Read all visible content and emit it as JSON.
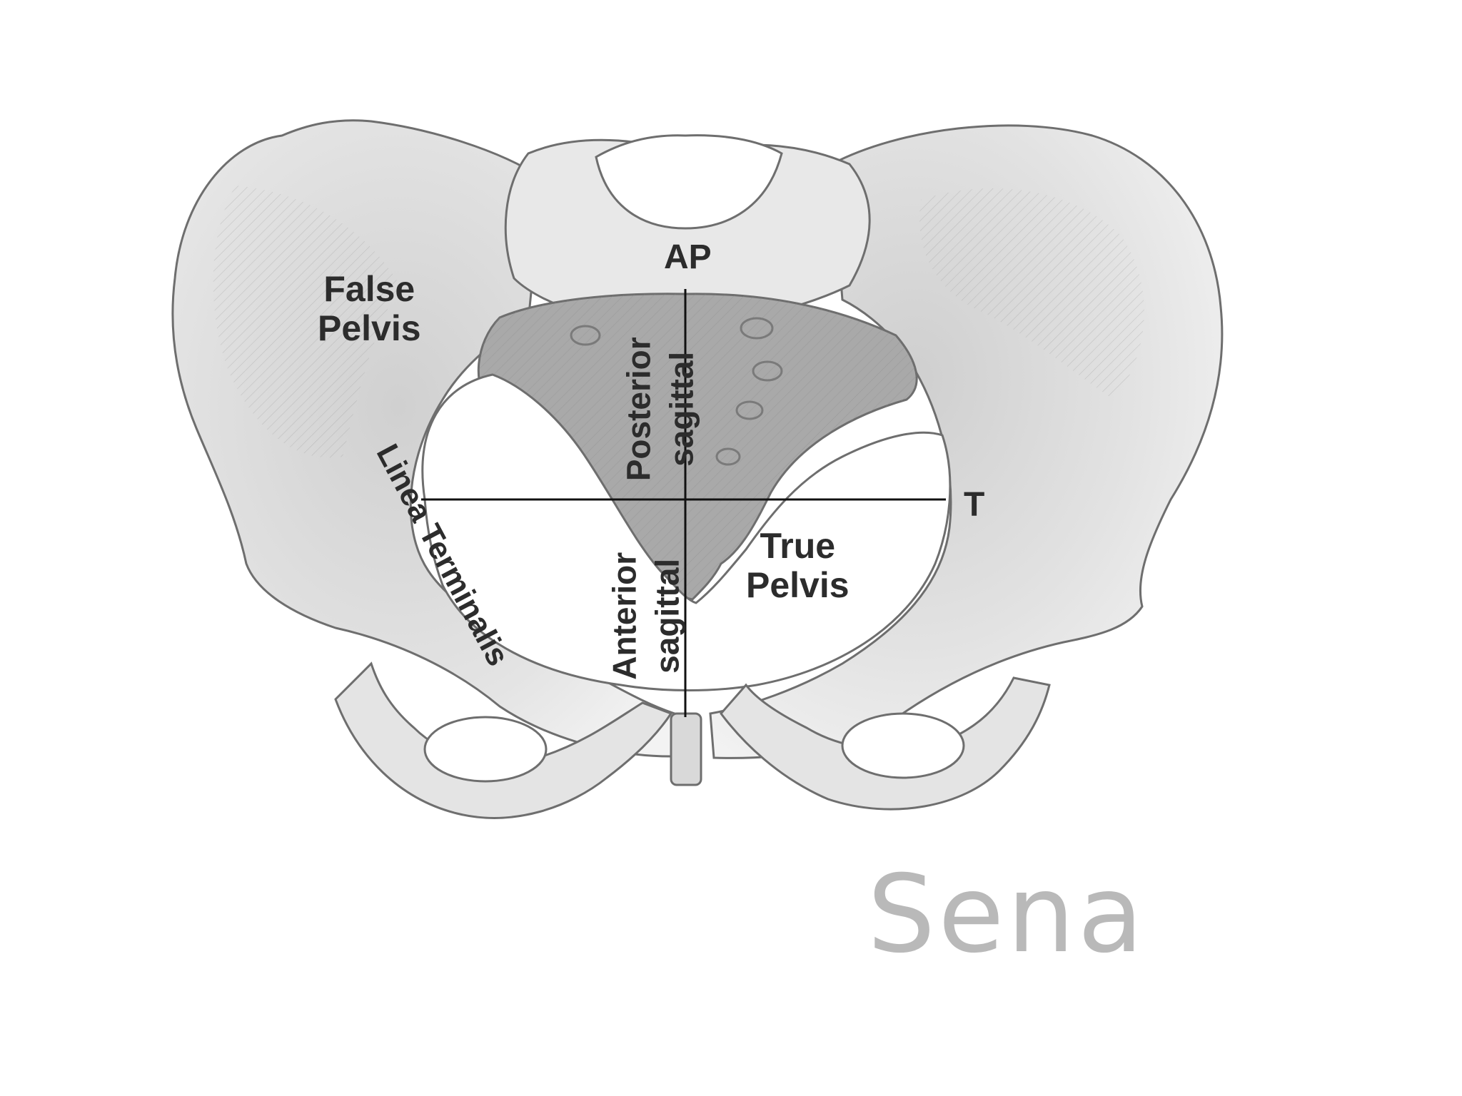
{
  "labels": {
    "false_pelvis_line1": "False",
    "false_pelvis_line2": "Pelvis",
    "true_pelvis_line1": "True",
    "true_pelvis_line2": "Pelvis",
    "ap": "AP",
    "t": "T",
    "posterior_line1": "Posterior",
    "posterior_line2": "sagittal",
    "anterior_line1": "Anterior",
    "anterior_line2": "sagittal",
    "linea_terminalis": "Linea Terminalis"
  },
  "signature": "Sena",
  "colors": {
    "bone": "#e6e6e6",
    "bone_shadow": "#bdbdbd",
    "sacrum": "#a9a9a9",
    "outline": "#6e6e6e",
    "axis_line": "#111111",
    "text": "#2c2c2c"
  }
}
